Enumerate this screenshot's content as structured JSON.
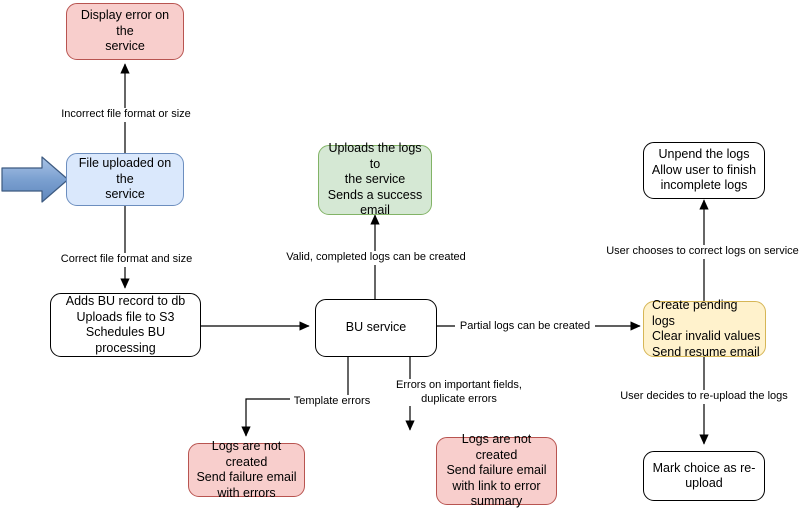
{
  "diagram": {
    "title": "Bulk upload (BU) service flow",
    "background": "#ffffff",
    "palette": {
      "pink_fill": "#f8cecc",
      "pink_stroke": "#b85450",
      "blue_fill": "#dae8fc",
      "blue_stroke": "#6c8ebf",
      "green_fill": "#d5e8d4",
      "green_stroke": "#82b366",
      "yellow_fill": "#fff2cc",
      "yellow_stroke": "#d6b656",
      "white_fill": "#ffffff",
      "black_stroke": "#000000",
      "entry_arrow_fill": "#7a9ed0",
      "entry_arrow_stroke": "#3d5a80"
    },
    "nodes": [
      {
        "id": "display_error",
        "label": "Display error on the\nservice",
        "style": "pink"
      },
      {
        "id": "file_uploaded",
        "label": "File uploaded on the\nservice",
        "style": "blue"
      },
      {
        "id": "adds_bu_record",
        "label": "Adds BU record to db\nUploads file to S3\nSchedules BU processing",
        "style": "plain"
      },
      {
        "id": "uploads_logs",
        "label": "Uploads the logs to\nthe service\nSends a success\nemail",
        "style": "green"
      },
      {
        "id": "bu_service",
        "label": "BU service",
        "style": "plain"
      },
      {
        "id": "unpend_logs",
        "label": "Unpend the logs\nAllow user to finish\nincomplete logs",
        "style": "plain"
      },
      {
        "id": "create_pending",
        "label": "Create pending logs\nClear invalid values\nSend resume email",
        "style": "yellow"
      },
      {
        "id": "logs_not_created_template",
        "label": "Logs are not created\nSend failure email\nwith errors",
        "style": "pink"
      },
      {
        "id": "logs_not_created_summary",
        "label": "Logs are not created\nSend failure email\nwith link to error\nsummary",
        "style": "pink"
      },
      {
        "id": "mark_reupload",
        "label": "Mark choice as re-\nupload",
        "style": "plain"
      }
    ],
    "edge_labels": [
      {
        "id": "incorrect_format",
        "text": "Incorrect file format or size"
      },
      {
        "id": "correct_format",
        "text": "Correct file format and size"
      },
      {
        "id": "valid_logs",
        "text": "Valid, completed logs can be created"
      },
      {
        "id": "user_corrects",
        "text": "User chooses to correct logs on service"
      },
      {
        "id": "partial_logs",
        "text": "Partial logs can be created"
      },
      {
        "id": "template_errors",
        "text": "Template errors"
      },
      {
        "id": "important_errors",
        "text": "Errors on important fields,\nduplicate errors"
      },
      {
        "id": "user_reupload",
        "text": "User decides to re-upload the logs"
      }
    ]
  }
}
